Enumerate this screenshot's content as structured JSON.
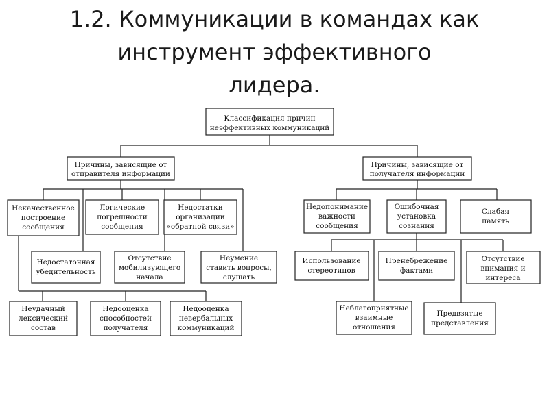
{
  "title": {
    "lines": [
      "1.2. Коммуникации в командах как",
      "инструмент эффективного",
      "лидера."
    ]
  },
  "diagram": {
    "root": [
      "Классификация причин",
      "неэффективных коммуникаций"
    ],
    "sender_group": [
      "Причины, зависящие от",
      "отправителя информации"
    ],
    "receiver_group": [
      "Причины, зависящие от",
      "получателя информации"
    ],
    "sender_causes": {
      "poor_construction": [
        "Некачественное",
        "построение",
        "сообщения"
      ],
      "logical_errors": [
        "Логические",
        "погрешности",
        "сообщения"
      ],
      "feedback_flaws": [
        "Недостатки",
        "организации",
        "«обратной связи»"
      ],
      "insufficient_persuasion": [
        "Недостаточная",
        "убедительность"
      ],
      "no_mobilizing_start": [
        "Отсутствие",
        "мобилизующего",
        "начала"
      ],
      "cannot_ask_listen": [
        "Неумение",
        "ставить вопросы,",
        "слушать"
      ],
      "poor_lexicon": [
        "Неудачный",
        "лексический",
        "состав"
      ],
      "underestimate_receiver": [
        "Недооценка",
        "способностей",
        "получателя"
      ],
      "underestimate_nonverbal": [
        "Недооценка",
        "невербальных",
        "коммуникаций"
      ]
    },
    "receiver_causes": {
      "misunderstanding": [
        "Недопонимание",
        "важности",
        "сообщения"
      ],
      "wrong_mindset": [
        "Ошибочная",
        "установка",
        "сознания"
      ],
      "weak_memory": [
        "Слабая",
        "память"
      ],
      "stereotypes": [
        "Использование",
        "стереотипов"
      ],
      "neglect_facts": [
        "Пренебрежение",
        "фактами"
      ],
      "lack_attention": [
        "Отсутствие",
        "внимания и",
        "интереса"
      ],
      "bad_relations": [
        "Неблагоприятные",
        "взаимные",
        "отношения"
      ],
      "prejudice": [
        "Предвзятые",
        "представления"
      ]
    }
  }
}
